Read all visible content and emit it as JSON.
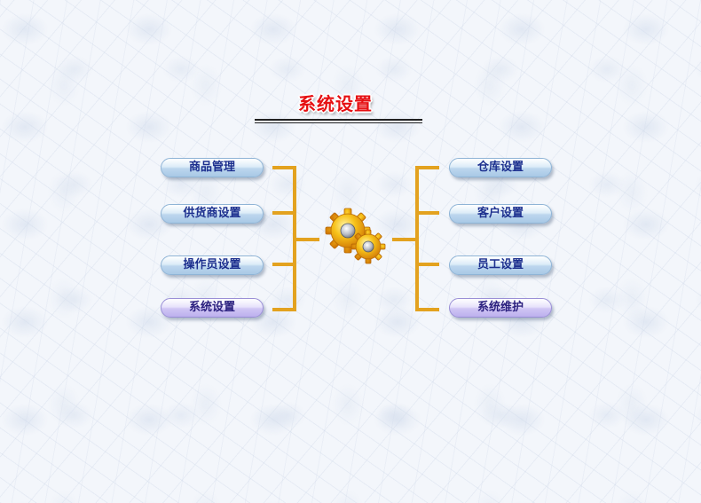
{
  "title": "系统设置",
  "left_menu": [
    {
      "label": "商品管理",
      "active": false
    },
    {
      "label": "供货商设置",
      "active": false
    },
    {
      "label": "操作员设置",
      "active": false
    },
    {
      "label": "系统设置",
      "active": true
    }
  ],
  "right_menu": [
    {
      "label": "仓库设置",
      "active": false
    },
    {
      "label": "客户设置",
      "active": false
    },
    {
      "label": "员工设置",
      "active": false
    },
    {
      "label": "系统维护",
      "active": true
    }
  ],
  "colors": {
    "title": "#e60f12",
    "connector": "#e3a21f",
    "button_text": "#1c2f8e",
    "button_blue": "#bcd6ee",
    "button_purple": "#cfc5f4"
  },
  "icons": {
    "center": "gears-icon"
  }
}
